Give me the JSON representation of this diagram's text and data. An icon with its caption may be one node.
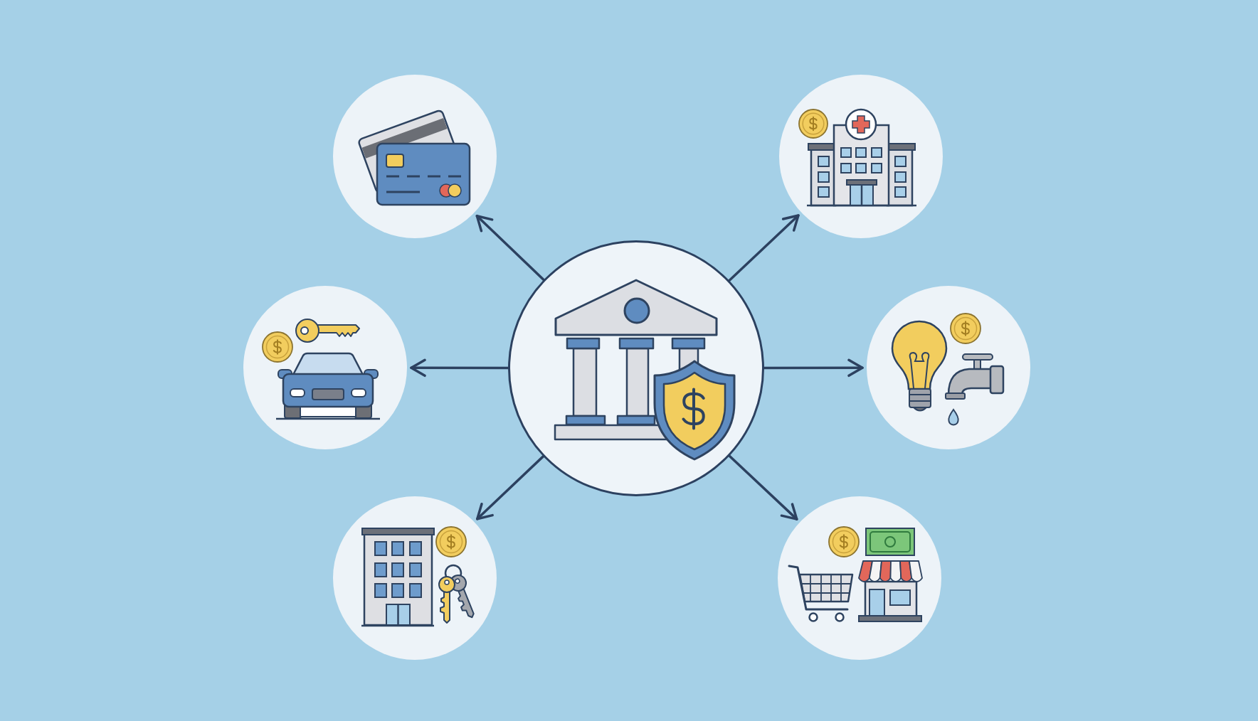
{
  "diagram": {
    "nodes": [
      {
        "text": [],
        "shape": "picture"
      },
      {
        "text": [],
        "shape": "picture"
      },
      {
        "text": [],
        "shape": "picture"
      },
      {
        "text": [],
        "shape": "picture"
      },
      {
        "text": [],
        "shape": "picture"
      },
      {
        "text": [],
        "shape": "picture"
      },
      {
        "text": [],
        "shape": "picture"
      }
    ],
    "edges": [
      {
        "from": 3,
        "to": 0,
        "arrow": "to"
      },
      {
        "from": 3,
        "to": 1,
        "arrow": "to"
      },
      {
        "from": 3,
        "to": 2,
        "arrow": "to"
      },
      {
        "from": 3,
        "to": 4,
        "arrow": "to"
      },
      {
        "from": 3,
        "to": 5,
        "arrow": "to"
      },
      {
        "from": 3,
        "to": 6,
        "arrow": "to"
      }
    ]
  }
}
